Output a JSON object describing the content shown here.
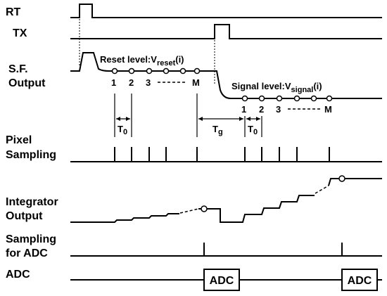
{
  "signals": {
    "rt": "RT",
    "tx": "TX",
    "sf_line1": "S.F.",
    "sf_line2": "Output",
    "pixel_line1": "Pixel",
    "pixel_line2": "Sampling",
    "integrator_line1": "Integrator",
    "integrator_line2": "Output",
    "sampling_adc_line1": "Sampling",
    "sampling_adc_line2": "for ADC",
    "adc": "ADC"
  },
  "annotations": {
    "reset_prefix": "Reset level:V",
    "reset_sub": "reset",
    "reset_suffix": "(i)",
    "signal_prefix": "Signal level:V",
    "signal_sub": "signal",
    "signal_suffix": "(i)",
    "reset_index_1": "1",
    "reset_index_2": "2",
    "reset_index_3": "3",
    "reset_index_m": "M",
    "signal_index_1": "1",
    "signal_index_2": "2",
    "signal_index_3": "3",
    "signal_index_m": "M",
    "t0_main": "T",
    "t0_sub": "0",
    "tg_main": "T",
    "tg_sub": "g"
  },
  "blocks": {
    "adc_box_1": "ADC",
    "adc_box_2": "ADC"
  }
}
